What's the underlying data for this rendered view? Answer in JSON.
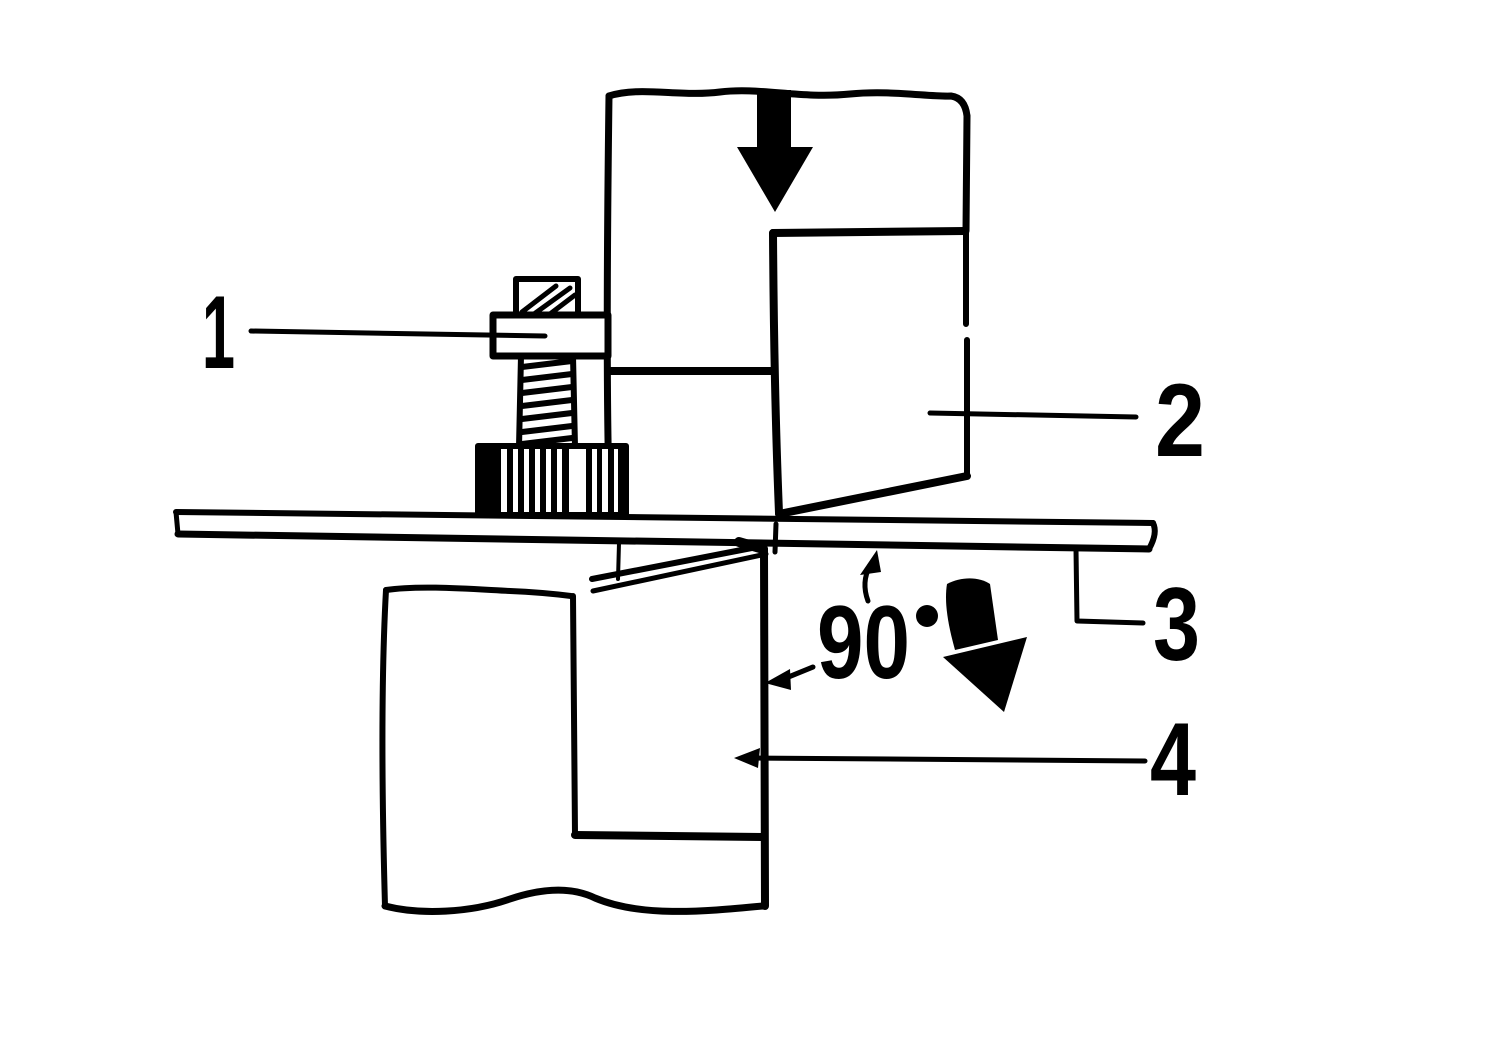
{
  "diagram": {
    "description_colors": {
      "ink": "#000000",
      "background": "#ffffff"
    },
    "callouts": {
      "label_1": "1",
      "label_2": "2",
      "label_3": "3",
      "label_4": "4"
    },
    "angle": {
      "value": "90",
      "degree_mark": "°"
    },
    "arrows": {
      "press_direction": "down-arrow",
      "bend_direction": "down-right-arrow",
      "angle_pointer_up": "up-arrowhead",
      "angle_pointer_left": "left-arrowhead",
      "label4_pointer": "left-arrowhead"
    }
  }
}
